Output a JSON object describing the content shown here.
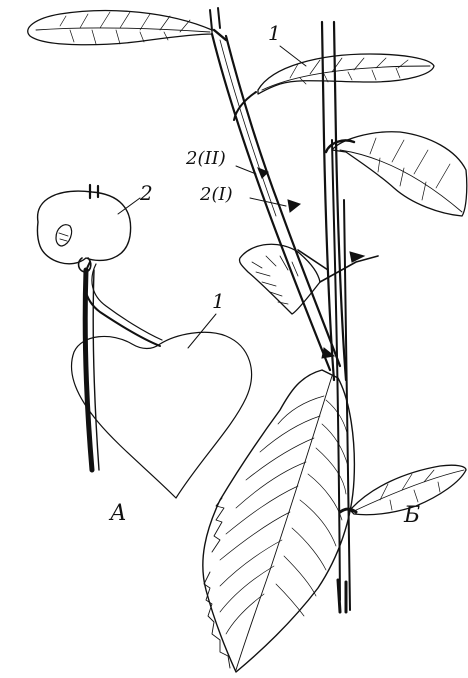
{
  "figure": {
    "panel_a": {
      "letter": "А",
      "label_stipule": "2",
      "label_leaf": "1"
    },
    "panel_b": {
      "letter": "Б",
      "label_leaf": "1",
      "label_spine_2": "2(II)",
      "label_spine_1": "2(I)"
    }
  }
}
